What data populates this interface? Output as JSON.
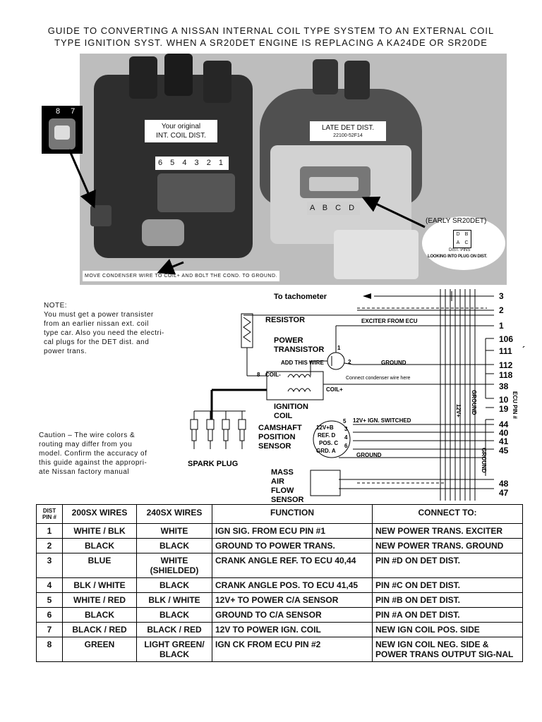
{
  "title": {
    "line1": "GUIDE TO CONVERTING A NISSAN INTERNAL COIL TYPE SYSTEM TO AN EXTERNAL COIL",
    "line2": "TYPE IGNITION SYST. WHEN A SR20DET ENGINE IS REPLACING A KA24DE OR SR20DE"
  },
  "photo": {
    "inset_pins": "8 7",
    "left_label": [
      "Your original",
      "INT. COIL DIST."
    ],
    "left_pins": "6 5 4 3 2 1",
    "right_label": "LATE DET DIST.",
    "right_part": "22100-52F14",
    "right_pins": "A B C D",
    "early_label": "(EARLY SR20DET)",
    "early_pins": [
      "D",
      "B",
      "A",
      "C"
    ],
    "early_caption1": "DIST. PINS",
    "early_caption2": "LOOKING INTO PLUG ON DIST.",
    "condenser_note": "MOVE CONDENSER WIRE TO COIL+ AND BOLT THE COND. TO GROUND."
  },
  "note": [
    "NOTE:",
    "You must get a power transister",
    "from an earlier nissan ext. coil",
    "type car. Also you need the electri-",
    "cal plugs for the DET dist. and",
    "power trans."
  ],
  "caution": [
    "Caution – The wire colors &",
    "routing may differ from you",
    "model. Confirm the accuracy of",
    "this guide against the appropri-",
    "ate Nissan factory manual"
  ],
  "diagram": {
    "tachometer": "To tachometer",
    "resistor": "RESISTOR",
    "exciter": "EXCITER FROM ECU",
    "power_transistor": [
      "POWER",
      "TRANSISTOR"
    ],
    "add_wire": "ADD THIS WIRE",
    "ground": "GROUND",
    "coil_minus": "COIL-",
    "coil_plus": "COIL+",
    "condenser": "Connect condenser wire here",
    "ignition_coil": [
      "IGNITION",
      "COIL"
    ],
    "spark_plug": "SPARK PLUG",
    "cam_sensor": [
      "CAMSHAFT",
      "POSITION",
      "SENSOR"
    ],
    "switched": "12V+ IGN. SWITCHED",
    "sensor_pins": [
      "12V+B",
      "REF. D",
      "POS. C",
      "GRD. A"
    ],
    "maf": [
      "MASS",
      "AIR",
      "FLOW",
      "SENSOR"
    ],
    "ecu_pin": "ECU PIN #",
    "vertical_12v": "12V+",
    "pin_numbers": [
      "3",
      "2",
      "1",
      "106",
      "111",
      "112",
      "118",
      "38",
      "10",
      "19",
      "44",
      "40",
      "41",
      "45",
      "48",
      "47"
    ],
    "wire_numbers": [
      "1",
      "2",
      "8",
      "5",
      "3",
      "4",
      "6"
    ],
    "tick": "´"
  },
  "table": {
    "headers": [
      "DIST PIN #",
      "200SX WIRES",
      "240SX WIRES",
      "FUNCTION",
      "CONNECT TO:"
    ],
    "rows": [
      [
        "1",
        "WHITE / BLK",
        "WHITE",
        "IGN SIG. FROM ECU PIN #1",
        "NEW POWER TRANS. EXCITER"
      ],
      [
        "2",
        "BLACK",
        "BLACK",
        "GROUND TO POWER TRANS.",
        "NEW POWER TRANS. GROUND"
      ],
      [
        "3",
        "BLUE",
        "WHITE (SHIELDED)",
        "CRANK ANGLE REF. TO ECU 40,44",
        "PIN #D ON DET DIST."
      ],
      [
        "4",
        "BLK / WHITE",
        "BLACK",
        "CRANK ANGLE POS. TO ECU 41,45",
        "PIN #C ON DET DIST."
      ],
      [
        "5",
        "WHITE / RED",
        "BLK / WHITE",
        "12V+ TO POWER C/A SENSOR",
        "PIN #B ON DET DIST."
      ],
      [
        "6",
        "BLACK",
        "BLACK",
        "GROUND TO C/A SENSOR",
        "PIN #A ON DET DIST."
      ],
      [
        "7",
        "BLACK / RED",
        "BLACK / RED",
        "12V TO POWER IGN. COIL",
        "NEW IGN COIL POS. SIDE"
      ],
      [
        "8",
        "GREEN",
        "LIGHT GREEN/ BLACK",
        "IGN CK FROM ECU PIN #2",
        "NEW IGN COIL NEG. SIDE & POWER TRANS OUTPUT SIG-NAL"
      ]
    ]
  }
}
